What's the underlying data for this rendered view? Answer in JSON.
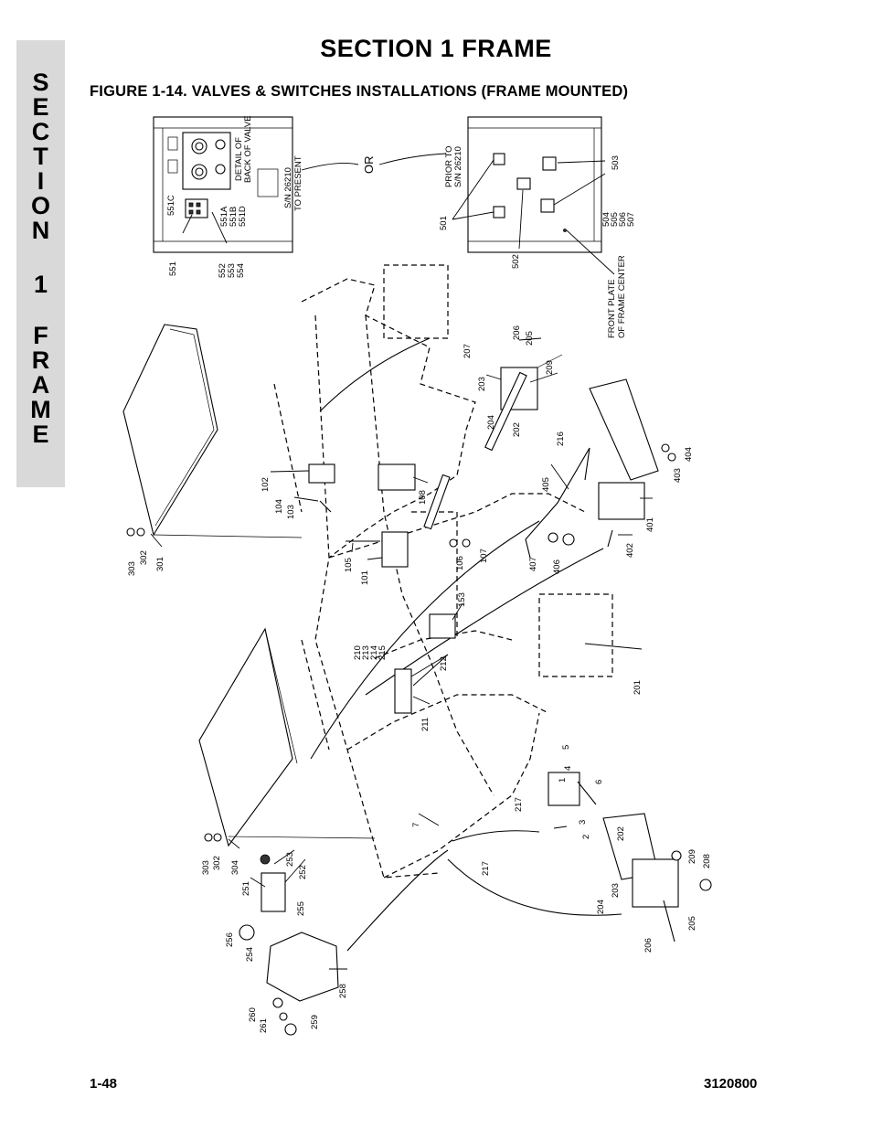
{
  "side_tab": {
    "letters": [
      "S",
      "E",
      "C",
      "T",
      "I",
      "O",
      "N",
      "1",
      "F",
      "R",
      "A",
      "M",
      "E"
    ]
  },
  "header": {
    "section_title": "SECTION 1  FRAME",
    "figure_title": "FIGURE 1-14.  VALVES & SWITCHES INSTALLATIONS (FRAME MOUNTED)"
  },
  "inset_left": {
    "detail_note": [
      "DETAIL OF",
      "BACK OF VALVE"
    ],
    "serial_note": [
      "S/N 26210",
      "TO PRESENT"
    ],
    "labels": [
      "551C",
      "551A",
      "551B",
      "551D",
      "551",
      "552",
      "553",
      "554"
    ]
  },
  "or_label": "OR",
  "inset_right": {
    "serial_note": [
      "PRIOR TO",
      "S/N 26210"
    ],
    "labels": [
      "501",
      "502",
      "503",
      "504",
      "505",
      "506",
      "507"
    ],
    "front_plate_note": [
      "FRONT PLATE",
      "OF FRAME CENTER"
    ]
  },
  "callouts": {
    "c1": "1",
    "c2": "2",
    "c3": "3",
    "c4": "4",
    "c5": "5",
    "c6": "6",
    "c7": "7",
    "c101": "101",
    "c102": "102",
    "c103": "103",
    "c104": "104",
    "c105": "105",
    "c106": "106",
    "c107": "107",
    "c108": "108",
    "c153": "153",
    "c201": "201",
    "c202a": "202",
    "c202b": "202",
    "c203a": "203",
    "c203b": "203",
    "c204a": "204",
    "c204b": "204",
    "c205a": "205",
    "c205b": "205",
    "c206a": "206",
    "c206b": "206",
    "c207": "207",
    "c208": "208",
    "c209a": "209",
    "c209b": "209",
    "c210": "210",
    "c211": "211",
    "c212": "212",
    "c213": "213",
    "c214": "214",
    "c215": "215",
    "c216": "216",
    "c217a": "217",
    "c217b": "217",
    "c251": "251",
    "c252": "252",
    "c253": "253",
    "c254": "254",
    "c255": "255",
    "c256": "256",
    "c258": "258",
    "c259": "259",
    "c260": "260",
    "c261": "261",
    "c301": "301",
    "c302a": "302",
    "c302b": "302",
    "c303a": "303",
    "c303b": "303",
    "c304": "304",
    "c401": "401",
    "c402": "402",
    "c403": "403",
    "c404": "404",
    "c405": "405",
    "c406": "406",
    "c407": "407"
  },
  "footer": {
    "page_number": "1-48",
    "doc_number": "3120800"
  }
}
